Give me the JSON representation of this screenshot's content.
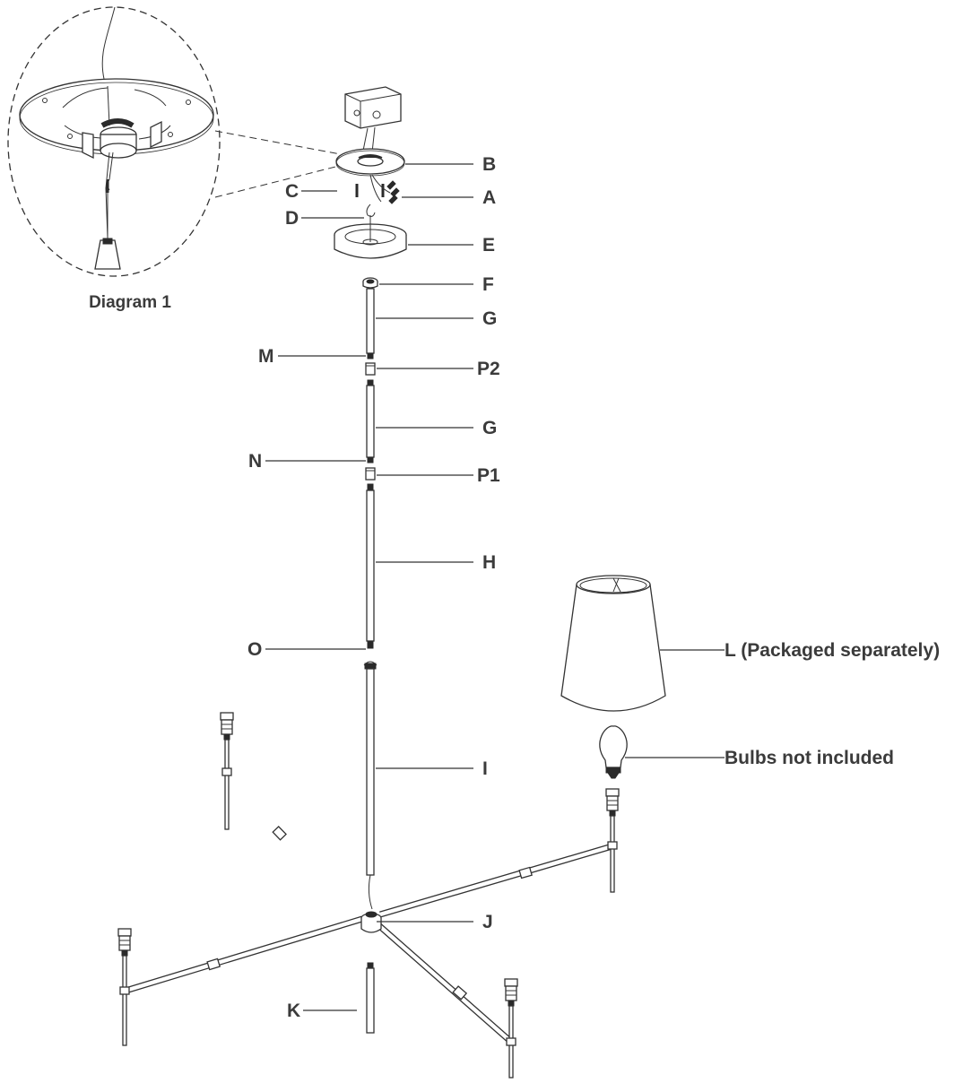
{
  "diagram": {
    "inset_caption": "Diagram 1",
    "labels": {
      "A": "A",
      "B": "B",
      "C": "C",
      "D": "D",
      "E": "E",
      "F": "F",
      "G_upper": "G",
      "G_lower": "G",
      "H": "H",
      "I": "I",
      "J": "J",
      "K": "K",
      "L": "L (Packaged separately)",
      "M": "M",
      "N": "N",
      "O": "O",
      "P1": "P1",
      "P2": "P2",
      "bulbs": "Bulbs not included"
    }
  }
}
